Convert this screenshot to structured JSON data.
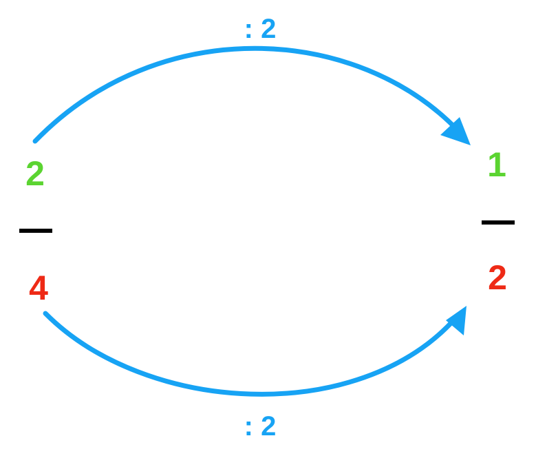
{
  "colors": {
    "numerator": "#5bd431",
    "denominator": "#ee2a16",
    "arrow": "#17a3f4",
    "bar": "#000000"
  },
  "left_fraction": {
    "numerator": "2",
    "denominator": "4"
  },
  "right_fraction": {
    "numerator": "1",
    "denominator": "2"
  },
  "top_arrow": {
    "label": ": 2"
  },
  "bottom_arrow": {
    "label": ": 2"
  },
  "icons": [
    "arrowhead-top",
    "arrowhead-bottom"
  ]
}
